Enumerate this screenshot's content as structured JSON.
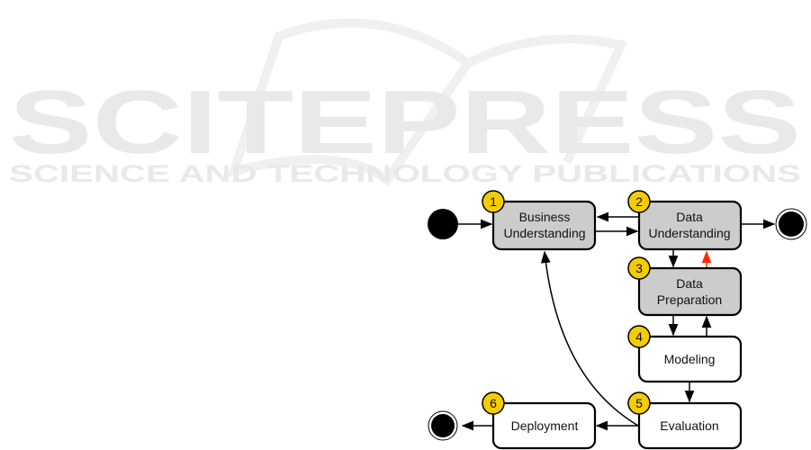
{
  "watermark": {
    "title": "SCITEPRESS",
    "subtitle": "SCIENCE AND TECHNOLOGY PUBLICATIONS"
  },
  "colors": {
    "phase_gray": "#cccccc",
    "badge": "#f5cc00",
    "feedback_arrow": "#ff2a00"
  },
  "phases": [
    {
      "num": "1",
      "line1": "Business",
      "line2": "Understanding"
    },
    {
      "num": "2",
      "line1": "Data",
      "line2": "Understanding"
    },
    {
      "num": "3",
      "line1": "Data",
      "line2": "Preparation"
    },
    {
      "num": "4",
      "line1": "Modeling",
      "line2": ""
    },
    {
      "num": "5",
      "line1": "Evaluation",
      "line2": ""
    },
    {
      "num": "6",
      "line1": "Deployment",
      "line2": ""
    }
  ]
}
